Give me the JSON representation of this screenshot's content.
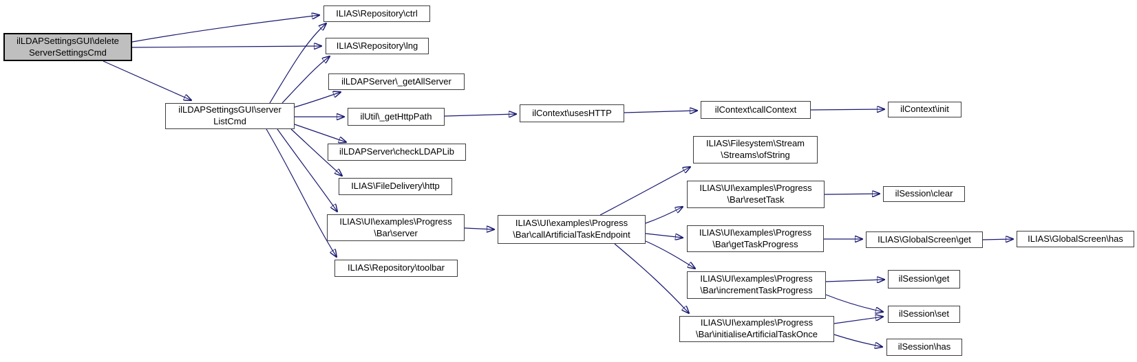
{
  "diagram": {
    "kind": "doxygen-call-graph",
    "colors": {
      "edge": "#191970",
      "node_fill": "#ffffff",
      "node_border": "#3c3c3c",
      "highlight_fill": "#bfbfbf",
      "text": "#000000"
    }
  },
  "nodes": {
    "delete_server_settings_cmd": {
      "label": "ilLDAPSettingsGUI\\delete\nServerSettingsCmd",
      "highlighted": true
    },
    "server_list_cmd": {
      "label": "ilLDAPSettingsGUI\\server\nListCmd"
    },
    "repository_ctrl": {
      "label": "ILIAS\\Repository\\ctrl"
    },
    "repository_lng": {
      "label": "ILIAS\\Repository\\lng"
    },
    "get_all_server": {
      "label": "ilLDAPServer\\_getAllServer"
    },
    "get_http_path": {
      "label": "ilUtil\\_getHttpPath"
    },
    "check_ldap_lib": {
      "label": "ilLDAPServer\\checkLDAPLib"
    },
    "file_delivery_http": {
      "label": "ILIAS\\FileDelivery\\http"
    },
    "progress_bar_server": {
      "label": "ILIAS\\UI\\examples\\Progress\n\\Bar\\server"
    },
    "repository_toolbar": {
      "label": "ILIAS\\Repository\\toolbar"
    },
    "uses_http": {
      "label": "ilContext\\usesHTTP"
    },
    "call_artificial_task_endpoint": {
      "label": "ILIAS\\UI\\examples\\Progress\n\\Bar\\callArtificialTaskEndpoint"
    },
    "call_context": {
      "label": "ilContext\\callContext"
    },
    "context_init": {
      "label": "ilContext\\init"
    },
    "streams_of_string": {
      "label": "ILIAS\\Filesystem\\Stream\n\\Streams\\ofString"
    },
    "reset_task": {
      "label": "ILIAS\\UI\\examples\\Progress\n\\Bar\\resetTask"
    },
    "get_task_progress": {
      "label": "ILIAS\\UI\\examples\\Progress\n\\Bar\\getTaskProgress"
    },
    "increment_task_progress": {
      "label": "ILIAS\\UI\\examples\\Progress\n\\Bar\\incrementTaskProgress"
    },
    "initialise_artificial_task_once": {
      "label": "ILIAS\\UI\\examples\\Progress\n\\Bar\\initialiseArtificialTaskOnce"
    },
    "session_clear": {
      "label": "ilSession\\clear"
    },
    "global_screen_get": {
      "label": "ILIAS\\GlobalScreen\\get"
    },
    "global_screen_has": {
      "label": "ILIAS\\GlobalScreen\\has"
    },
    "session_get": {
      "label": "ilSession\\get"
    },
    "session_set": {
      "label": "ilSession\\set"
    },
    "session_has": {
      "label": "ilSession\\has"
    }
  },
  "edges": [
    "deleteServerSettingsCmd->ctrl",
    "deleteServerSettingsCmd->lng",
    "deleteServerSettingsCmd->serverListCmd",
    "serverListCmd->ctrl",
    "serverListCmd->lng",
    "serverListCmd->_getAllServer",
    "serverListCmd->_getHttpPath",
    "serverListCmd->checkLDAPLib",
    "serverListCmd->http",
    "serverListCmd->server",
    "serverListCmd->toolbar",
    "_getHttpPath->usesHTTP",
    "usesHTTP->callContext",
    "callContext->init",
    "server->callArtificialTaskEndpoint",
    "callArtificialTaskEndpoint->ofString",
    "callArtificialTaskEndpoint->resetTask",
    "callArtificialTaskEndpoint->getTaskProgress",
    "callArtificialTaskEndpoint->incrementTaskProgress",
    "callArtificialTaskEndpoint->initialiseArtificialTaskOnce",
    "resetTask->clear",
    "getTaskProgress->GlobalScreenGet",
    "GlobalScreenGet->GlobalScreenHas",
    "incrementTaskProgress->sessionGet",
    "incrementTaskProgress->sessionSet",
    "initialiseArtificialTaskOnce->sessionSet",
    "initialiseArtificialTaskOnce->sessionHas"
  ]
}
